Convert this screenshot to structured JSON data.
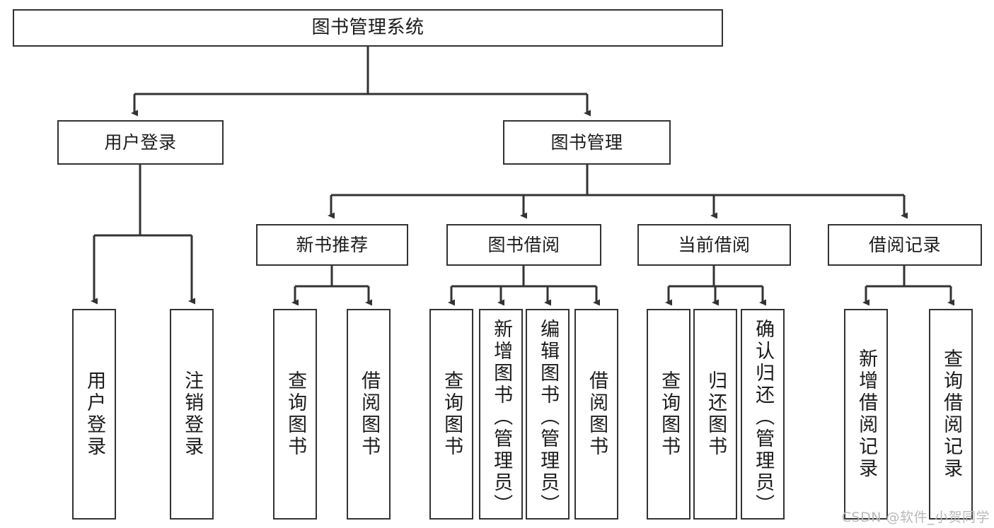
{
  "diagram": {
    "type": "tree-hierarchy",
    "title": "图书管理系统",
    "watermark": "CSDN @软件_小贺同学",
    "colors": {
      "box_border": "#333333",
      "box_fill": "#ffffff",
      "connector": "#333333",
      "text": "#1b1b1b",
      "watermark": "#b9b9b9",
      "background": "#ffffff"
    },
    "nodes": {
      "root": {
        "label": "图书管理系统"
      },
      "level2": [
        {
          "id": "user-login",
          "label": "用户登录"
        },
        {
          "id": "book-manage",
          "label": "图书管理"
        }
      ],
      "level3": [
        {
          "id": "new-book-recommend",
          "label": "新书推荐"
        },
        {
          "id": "book-borrow",
          "label": "图书借阅"
        },
        {
          "id": "current-borrow",
          "label": "当前借阅"
        },
        {
          "id": "borrow-record",
          "label": "借阅记录"
        }
      ],
      "leaves": {
        "user-login": [
          {
            "id": "leaf-user-login",
            "label": "用户登录"
          },
          {
            "id": "leaf-logout-login",
            "label": "注销登录"
          }
        ],
        "new-book-recommend": [
          {
            "id": "leaf-query-book-1",
            "label": "查询图书"
          },
          {
            "id": "leaf-borrow-book-1",
            "label": "借阅图书"
          }
        ],
        "book-borrow": [
          {
            "id": "leaf-query-book-2",
            "label": "查询图书"
          },
          {
            "id": "leaf-add-book",
            "label": "新增图书（管理员）"
          },
          {
            "id": "leaf-edit-book",
            "label": "编辑图书（管理员）"
          },
          {
            "id": "leaf-borrow-book-2",
            "label": "借阅图书"
          }
        ],
        "current-borrow": [
          {
            "id": "leaf-query-book-3",
            "label": "查询图书"
          },
          {
            "id": "leaf-return-book",
            "label": "归还图书"
          },
          {
            "id": "leaf-confirm-return",
            "label": "确认归还（管理员）"
          }
        ],
        "borrow-record": [
          {
            "id": "leaf-add-record",
            "label": "新增借阅记录"
          },
          {
            "id": "leaf-query-record",
            "label": "查询借阅记录"
          }
        ]
      }
    }
  }
}
